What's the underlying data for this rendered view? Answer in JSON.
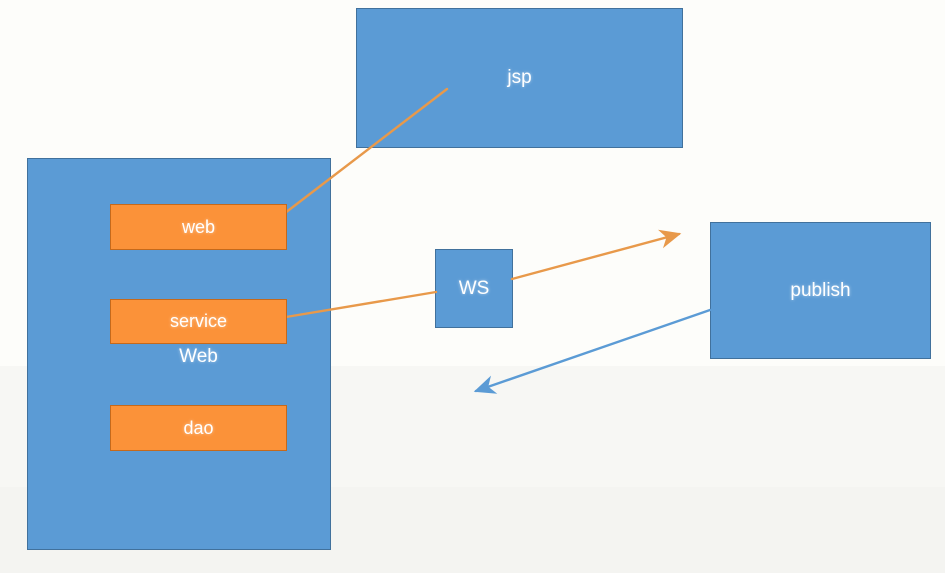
{
  "diagram": {
    "title": "Web application layered architecture with web service publishing",
    "background_color": "#fdfdfa",
    "palette": {
      "blue_fill": "#5b9bd5",
      "blue_stroke": "#41719c",
      "orange_fill": "#fb9239",
      "orange_stroke": "#c5691b",
      "orange_connector": "#e8994a",
      "blue_connector": "#5b9bd5",
      "label_text": "#ffffff"
    },
    "nodes": {
      "jsp": {
        "label": "jsp",
        "shape": "rectangle",
        "color": "blue"
      },
      "web_container": {
        "label": "Web",
        "shape": "rectangle",
        "color": "blue"
      },
      "web": {
        "label": "web",
        "shape": "rectangle",
        "color": "orange"
      },
      "service": {
        "label": "service",
        "shape": "rectangle",
        "color": "orange"
      },
      "dao": {
        "label": "dao",
        "shape": "rectangle",
        "color": "orange"
      },
      "ws": {
        "label": "WS",
        "shape": "rectangle",
        "color": "blue"
      },
      "publish": {
        "label": "publish",
        "shape": "rectangle",
        "color": "blue"
      }
    },
    "connectors": [
      {
        "name": "web-to-jsp",
        "from": "web",
        "to": "jsp",
        "color": "#e8994a",
        "arrowhead": "none",
        "style": "solid"
      },
      {
        "name": "service-to-publish",
        "from": "service",
        "to": "publish",
        "color": "#e8994a",
        "arrowhead": "end",
        "style": "solid",
        "passes_through": "ws"
      },
      {
        "name": "publish-back-arrow",
        "from": "publish",
        "to": "open-space",
        "color": "#5b9bd5",
        "arrowhead": "end",
        "style": "solid"
      }
    ]
  }
}
